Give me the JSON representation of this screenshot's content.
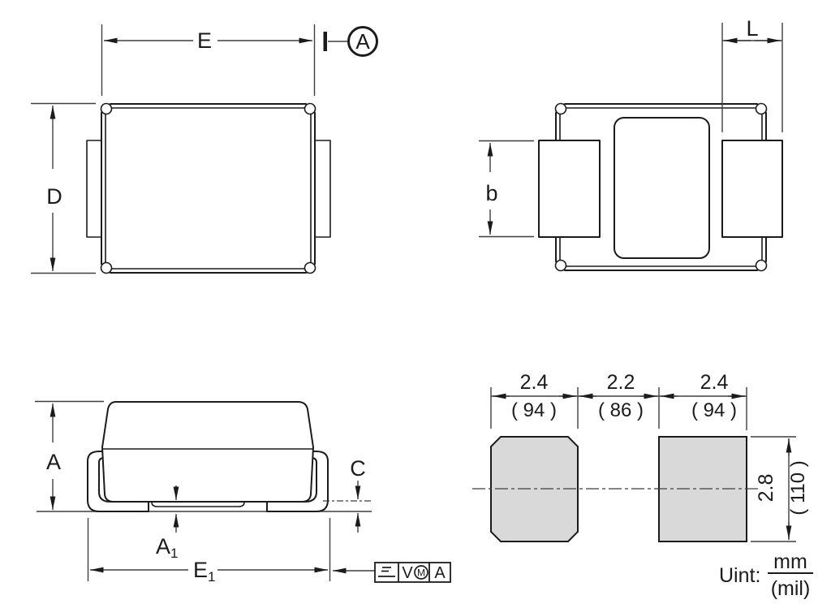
{
  "colors": {
    "line": "#1b1b1b",
    "dim": "#3f3f3f",
    "pad_fill": "#d9d9d9",
    "bg": "#ffffff"
  },
  "top_view": {
    "width_label": "E",
    "height_label": "D",
    "datum": "A"
  },
  "bottom_view": {
    "terminal_width_label": "b",
    "terminal_length_label": "L"
  },
  "side_view": {
    "height_label": "A",
    "standoff_label": {
      "base": "A",
      "sub": "1"
    },
    "lead_thickness_label": "C",
    "overall_width_label": {
      "base": "E",
      "sub": "1"
    },
    "control_frame": {
      "tolerance": "V",
      "modifier": "M",
      "datum": "A"
    }
  },
  "land_pattern": {
    "left_pad_width_mm": "2.4",
    "left_pad_width_mil": "( 94 )",
    "gap_mm": "2.2",
    "gap_mil": "( 86 )",
    "right_pad_width_mm": "2.4",
    "right_pad_width_mil": "( 94 )",
    "pad_height_mm": "2.8",
    "pad_height_mil": "( 110 )",
    "unit_prefix": "Uint:",
    "unit_mm": "mm",
    "unit_mil": "(mil)"
  }
}
